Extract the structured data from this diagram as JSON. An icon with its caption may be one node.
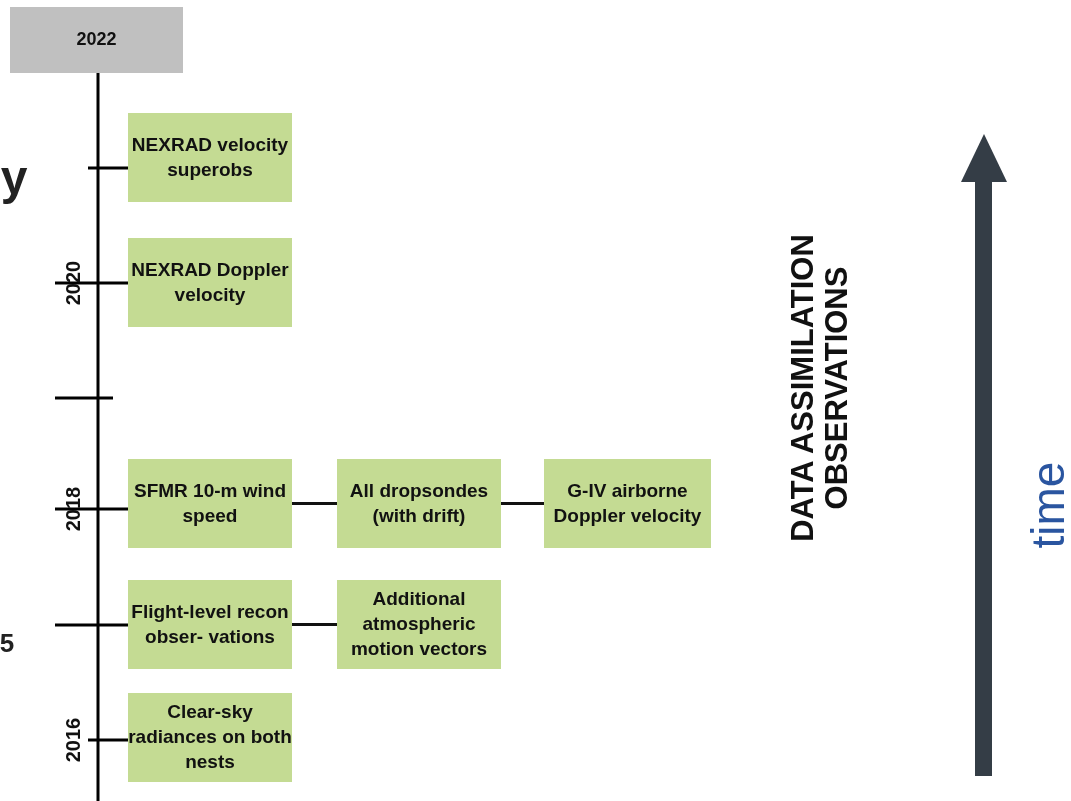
{
  "diagram": {
    "nodes": [
      {
        "text": [
          "2022"
        ]
      },
      {
        "text": [
          "NEXRAD velocity superobs"
        ]
      },
      {
        "text": [
          "NEXRAD Doppler velocity"
        ]
      },
      {
        "text": [
          "SFMR 10-m wind speed"
        ]
      },
      {
        "text": [
          "All dropsondes (with drift)"
        ]
      },
      {
        "text": [
          "G-IV airborne Doppler velocity"
        ]
      },
      {
        "text": [
          "Flight-level recon obser- vations"
        ]
      },
      {
        "text": [
          "Additional atmospheric motion vectors"
        ]
      },
      {
        "text": [
          "Clear-sky radiances on both nests"
        ]
      }
    ],
    "edges": [
      {
        "from": 3,
        "to": 4,
        "arrow": "none"
      },
      {
        "from": 4,
        "to": 5,
        "arrow": "none"
      },
      {
        "from": 6,
        "to": 7,
        "arrow": "none"
      }
    ],
    "labels": [
      "y",
      "2020",
      "2018",
      "5",
      "2016",
      "DATA ASSIMILATION OBSERVATIONS",
      "time"
    ]
  }
}
